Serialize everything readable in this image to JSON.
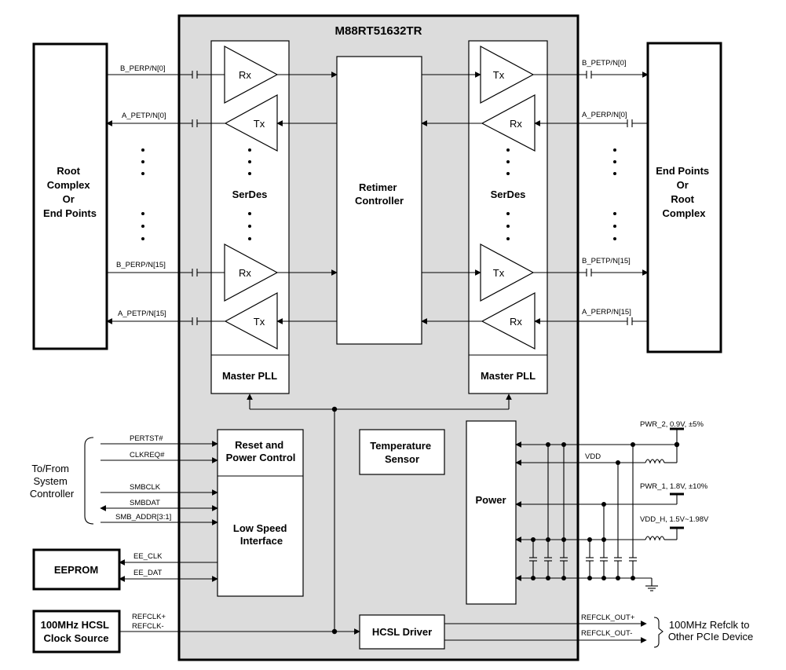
{
  "chip": {
    "title": "M88RT51632TR",
    "fill_color": "#dcdcdc"
  },
  "left_block": {
    "lines": [
      "Root",
      "Complex",
      "Or",
      "End Points"
    ]
  },
  "right_block": {
    "lines": [
      "End Points",
      "Or",
      "Root",
      "Complex"
    ]
  },
  "serdes": {
    "label": "SerDes",
    "rx": "Rx",
    "tx": "Tx",
    "pll": "Master PLL"
  },
  "retimer": {
    "lines": [
      "Retimer",
      "Controller"
    ]
  },
  "left_signals": [
    "B_PERP/N[0]",
    "A_PETP/N[0]",
    "B_PERP/N[15]",
    "A_PETP/N[15]"
  ],
  "right_signals": [
    "B_PETP/N[0]",
    "A_PERP/N[0]",
    "B_PETP/N[15]",
    "A_PERP/N[15]"
  ],
  "reset_power": {
    "lines": [
      "Reset and",
      "Power Control"
    ]
  },
  "low_speed": {
    "lines": [
      "Low Speed",
      "Interface"
    ]
  },
  "temperature": {
    "lines": [
      "Temperature",
      "Sensor"
    ]
  },
  "power_block": {
    "label": "Power"
  },
  "hcsl_driver": {
    "label": "HCSL Driver"
  },
  "system_controller": {
    "lines": [
      "To/From",
      "System",
      "Controller"
    ],
    "signals": [
      "PERTST#",
      "CLKREQ#",
      "SMBCLK",
      "SMBDAT",
      "SMB_ADDR[3:1]"
    ]
  },
  "eeprom": {
    "label": "EEPROM",
    "signals": [
      "EE_CLK",
      "EE_DAT"
    ]
  },
  "clock_source": {
    "lines": [
      "100MHz HCSL",
      "Clock Source"
    ],
    "signals": [
      "REFCLK+",
      "REFCLK-"
    ]
  },
  "refclk_out": {
    "signals": [
      "REFCLK_OUT+",
      "REFCLK_OUT-"
    ],
    "lines": [
      "100MHz Refclk to",
      "Other PCIe Device"
    ]
  },
  "power_rails": {
    "pwr2": "PWR_2, 0.9V, ±5%",
    "vdd": "VDD",
    "pwr1": "PWR_1, 1.8V, ±10%",
    "vdd_h": "VDD_H, 1.5V~1.98V"
  }
}
